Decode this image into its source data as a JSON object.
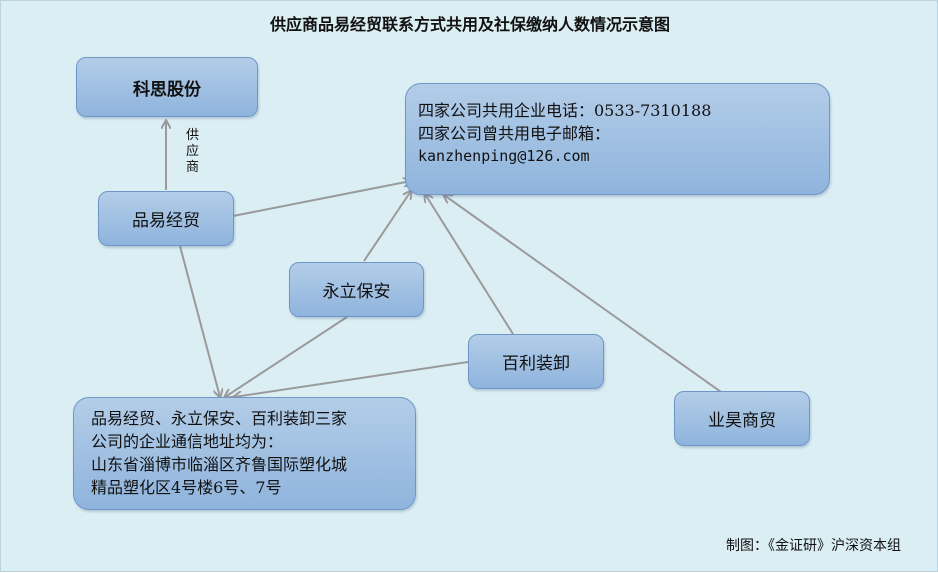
{
  "title": "供应商品易经贸联系方式共用及社保缴纳人数情况示意图",
  "nodes": {
    "kesi": "科思股份",
    "pinyi": "品易经贸",
    "yongli": "永立保安",
    "baili": "百利装卸",
    "yehao": "业昊商贸"
  },
  "edge_labels": {
    "supplier": "供应商"
  },
  "contact_box": {
    "line1": "四家公司共用企业电话：0533-7310188",
    "line2": "四家公司曾共用电子邮箱：",
    "line3": "kanzhenping@126.com"
  },
  "address_box": {
    "line1": "品易经贸、永立保安、百利装卸三家",
    "line2": "公司的企业通信地址均为：",
    "line3": "山东省淄博市临淄区齐鲁国际塑化城",
    "line4": "精品塑化区4号楼6号、7号"
  },
  "credit": "制图：《金证研》沪深资本组",
  "colors": {
    "background": "#dbeef4",
    "node_fill": "#9fc0e3",
    "node_border": "#6f96c6",
    "arrow": "#9a9a9a"
  }
}
